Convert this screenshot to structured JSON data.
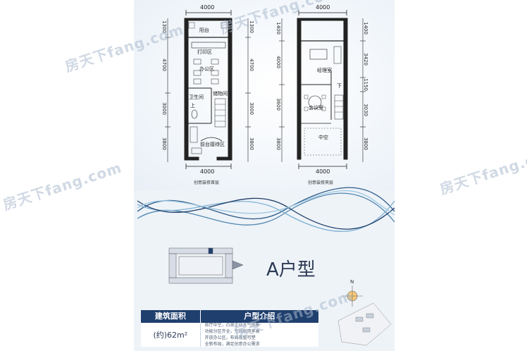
{
  "plans": {
    "left": {
      "dims": {
        "top": "4000",
        "bottom": "4000",
        "l1": "1300",
        "l2": "4700",
        "l3": "3000",
        "l4": "3800",
        "r1": "1300",
        "r2": "4700",
        "r3": "3000",
        "r4": "3800"
      },
      "rooms": {
        "balcony": "阳台",
        "print": "打印区",
        "office": "办公区",
        "wc": "卫生间",
        "up": "上",
        "storage": "储物间",
        "reception": "前台接待区"
      },
      "caption": "创意装修首层"
    },
    "right": {
      "dims": {
        "top": "4000",
        "bottom": "4000",
        "l1": "1400",
        "l2": "4000",
        "l3": "3600",
        "l4": "3800",
        "r1": "1400",
        "r2": "3420",
        "r3": "1150",
        "r4": "3030",
        "r5": "3800"
      },
      "rooms": {
        "manager": "经理室",
        "down": "下",
        "meeting": "会议室",
        "void": "中空"
      },
      "caption": "创意装修夹层"
    }
  },
  "unit_type": "A户型",
  "compass": {
    "north": "N"
  },
  "table": {
    "headers": [
      "建筑面积",
      "户型介绍"
    ],
    "area": "(约)62m²",
    "intro_lines": [
      "前厅中空，凸显企业大气形象",
      "功能分区齐全，空间利用率高",
      "开放办公区，布局规整可塑",
      "全新布局，满足创意办公需求"
    ]
  },
  "watermarks": [
    "房天下fang.com",
    "房天下fang.com",
    "房天下fang.com",
    "房天下fang.com",
    "房天下fang.com"
  ]
}
